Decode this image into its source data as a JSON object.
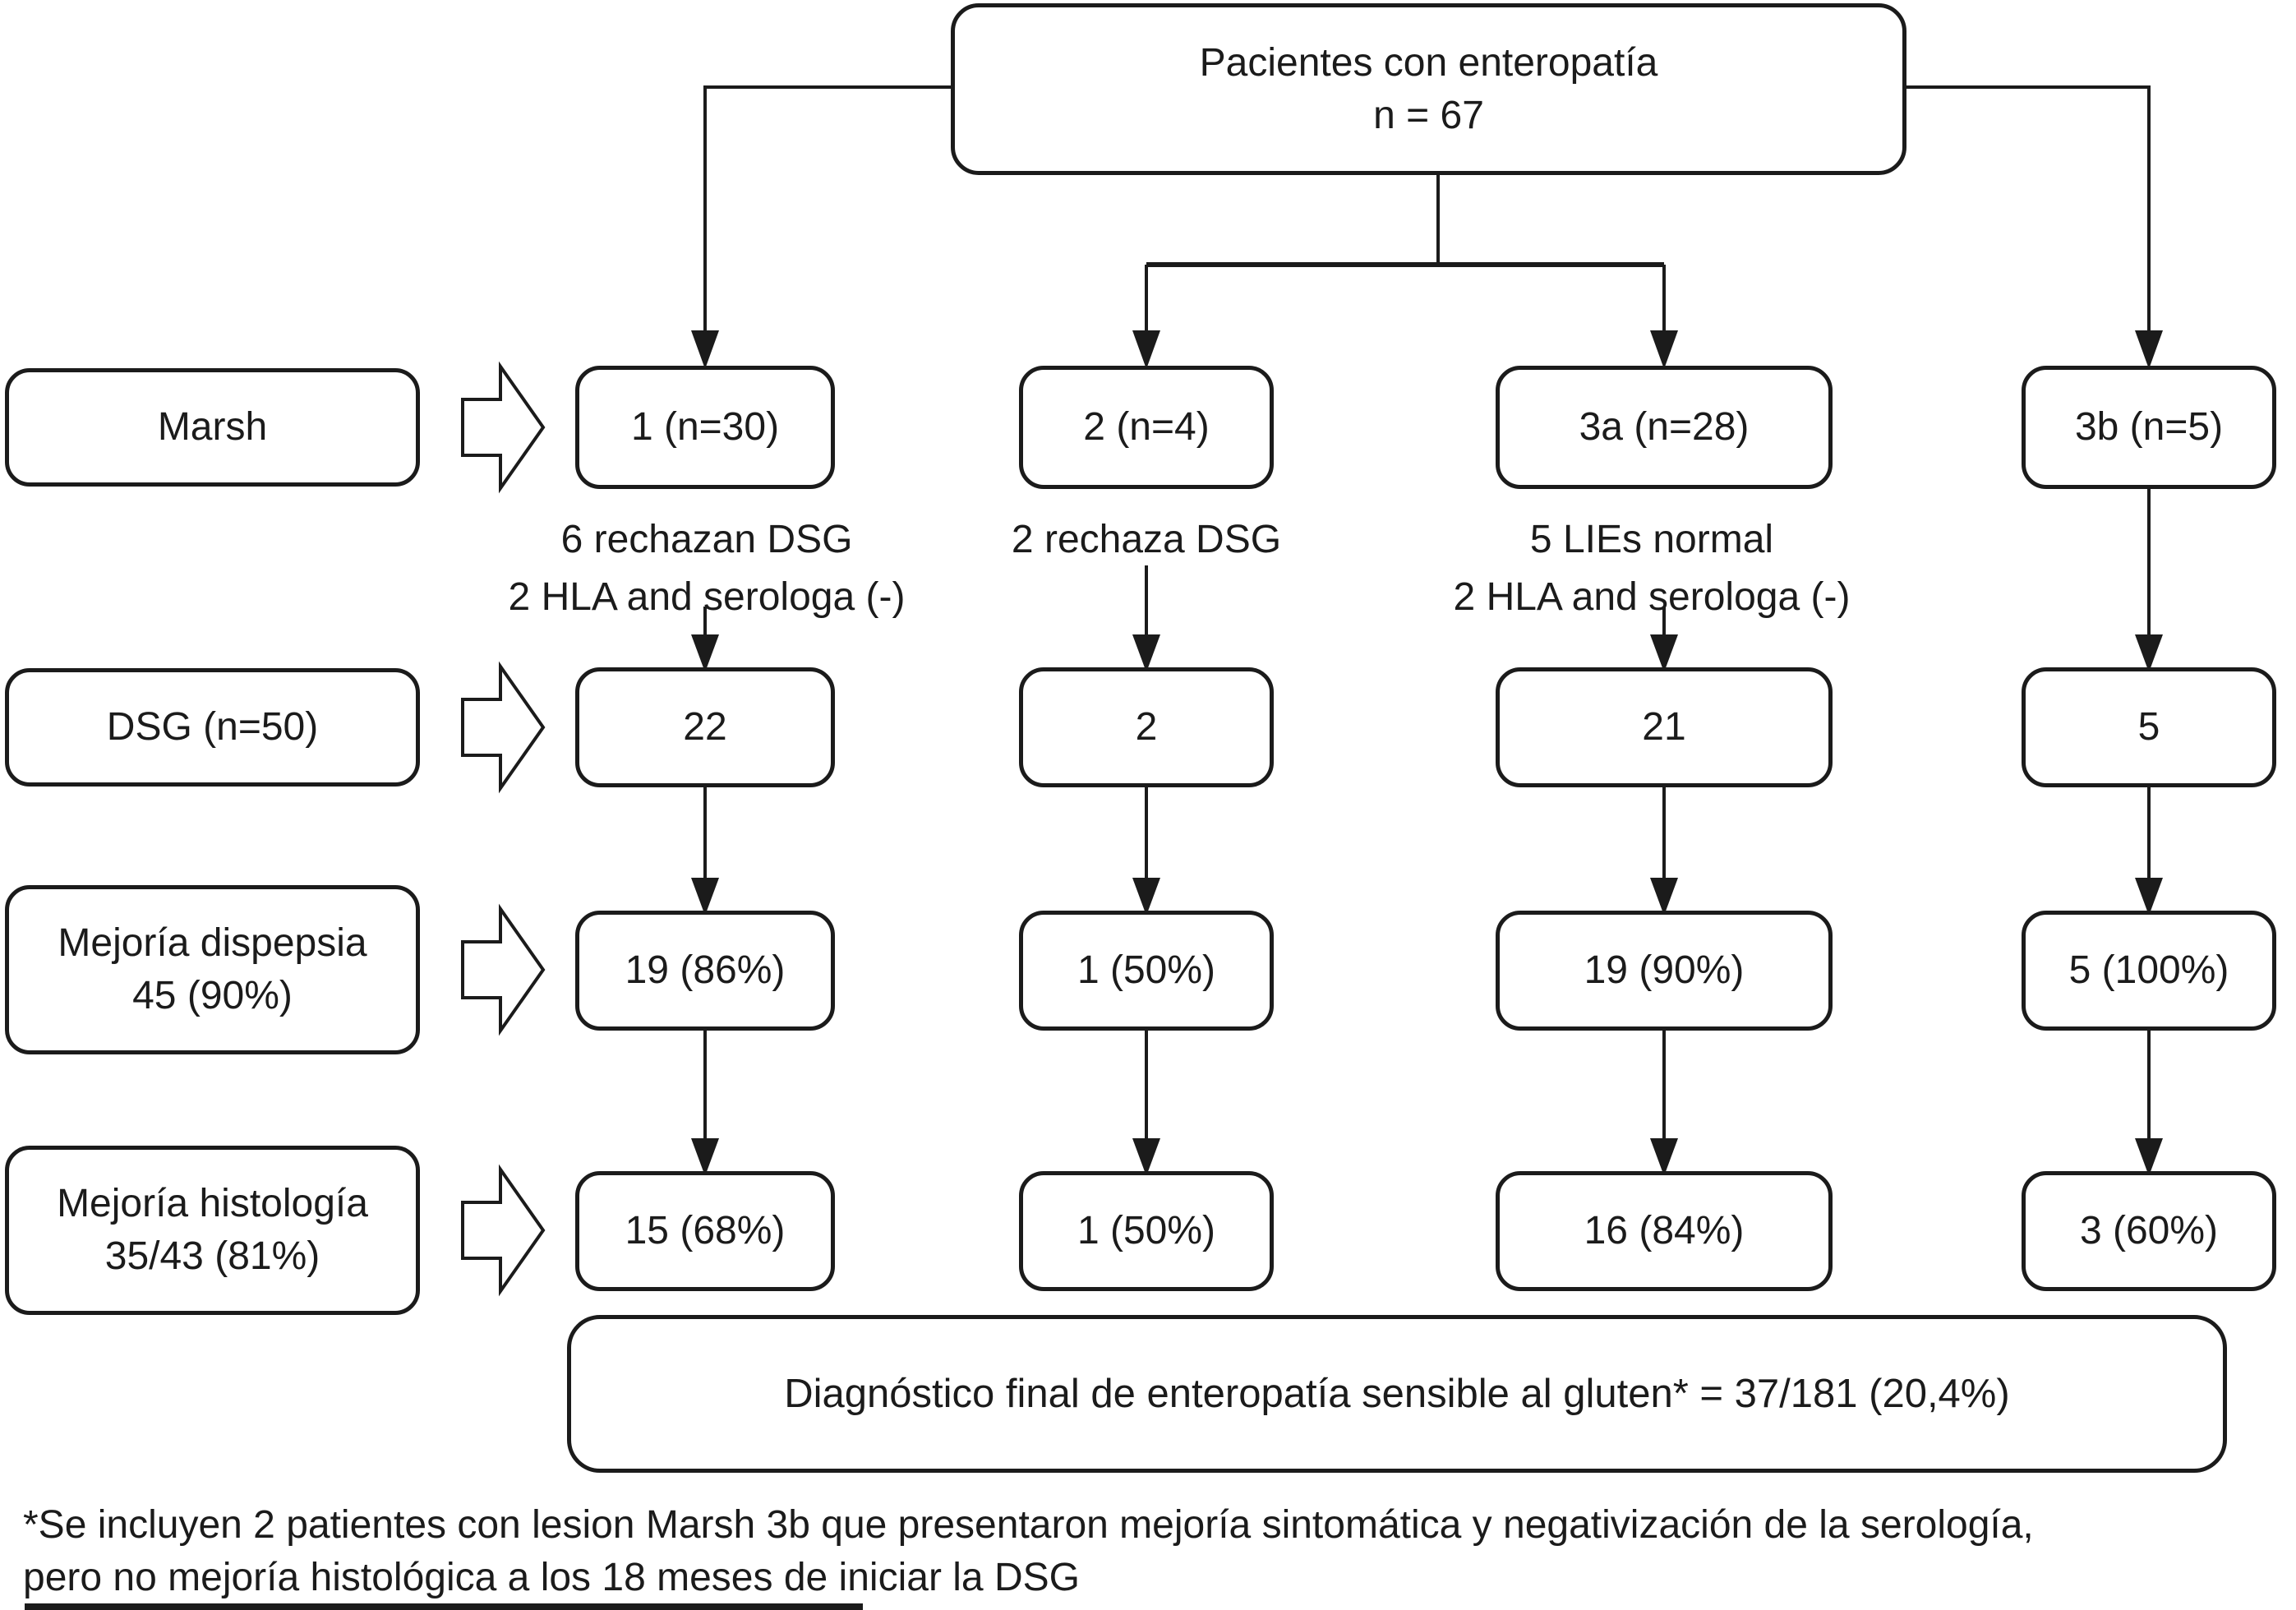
{
  "figure": {
    "type": "flowchart",
    "language": "es"
  },
  "top_node": {
    "text": "Pacientes con enteropatía\nn = 67"
  },
  "row_labels": [
    {
      "id": "marsh",
      "text": "Marsh"
    },
    {
      "id": "dsg",
      "text": "DSG (n=50)"
    },
    {
      "id": "dispepsia",
      "text": "Mejoría dispepsia\n45 (90%)"
    },
    {
      "id": "histologia",
      "text": "Mejoría histología\n35/43 (81%)"
    }
  ],
  "columns": [
    {
      "marsh": "1 (n=30)",
      "note": "6 rechazan DSG\n2 HLA and serologa (-)",
      "dsg": "22",
      "dispepsia": "19 (86%)",
      "histologia": "15 (68%)"
    },
    {
      "marsh": "2 (n=4)",
      "note": "2 rechaza DSG",
      "dsg": "2",
      "dispepsia": "1 (50%)",
      "histologia": "1 (50%)"
    },
    {
      "marsh": "3a (n=28)",
      "note": "5 LIEs normal\n2 HLA and serologa (-)",
      "dsg": "21",
      "dispepsia": "19 (90%)",
      "histologia": "16 (84%)"
    },
    {
      "marsh": "3b (n=5)",
      "note": "",
      "dsg": "5",
      "dispepsia": "5 (100%)",
      "histologia": "3 (60%)"
    }
  ],
  "final_node": {
    "text": "Diagnóstico final de enteropatía sensible al gluten* = 37/181 (20,4%)"
  },
  "footnote": {
    "text": "*Se incluyen 2 patientes con lesion Marsh 3b que presentaron mejoría sintomática y negativización de la serología,\npero no mejoría histológica a los 18 meses de iniciar la DSG"
  },
  "colors": {
    "ink": "#1b1b1b",
    "paper": "#ffffff"
  }
}
